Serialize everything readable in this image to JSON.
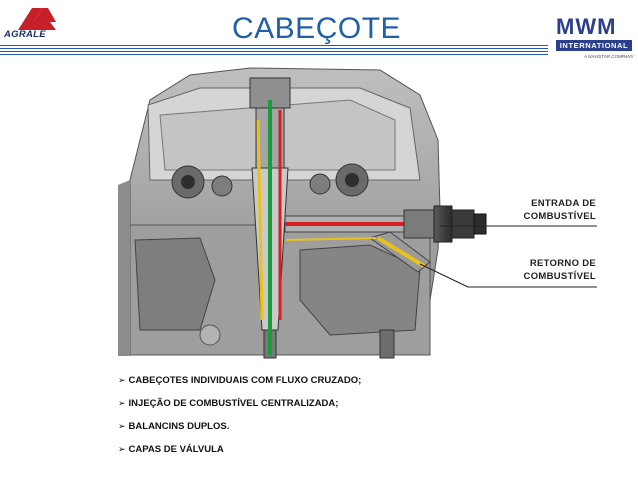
{
  "header": {
    "title": "CABEÇOTE",
    "left_logo_text": "AGRALE",
    "right_logo_text": "MWM",
    "right_logo_sub": "INTERNATIONAL",
    "right_logo_tagline": "A NAVISTAR COMPANY"
  },
  "labels": {
    "fuel_inlet_line1": "ENTRADA  DE",
    "fuel_inlet_line2": "COMBUSTÍVEL",
    "fuel_return_line1": "RETORNO DE",
    "fuel_return_line2": "COMBUSTÍVEL"
  },
  "bullets": [
    "CABEÇOTES INDIVIDUAIS COM FLUXO CRUZADO;",
    "INJEÇÃO DE COMBUSTÍVEL CENTRALIZADA;",
    "BALANCINS DUPLOS.",
    "CAPAS DE VÁLVULA"
  ],
  "colors": {
    "title": "#1f5fa8",
    "brand_blue": "#2b3f8f",
    "agrale_red": "#c8202a",
    "inlet_flow": "#d42020",
    "return_flow": "#e8c21a",
    "injector_flow": "#1a9a3a"
  },
  "icons": {
    "bullet": "arrow-bullet-icon"
  }
}
